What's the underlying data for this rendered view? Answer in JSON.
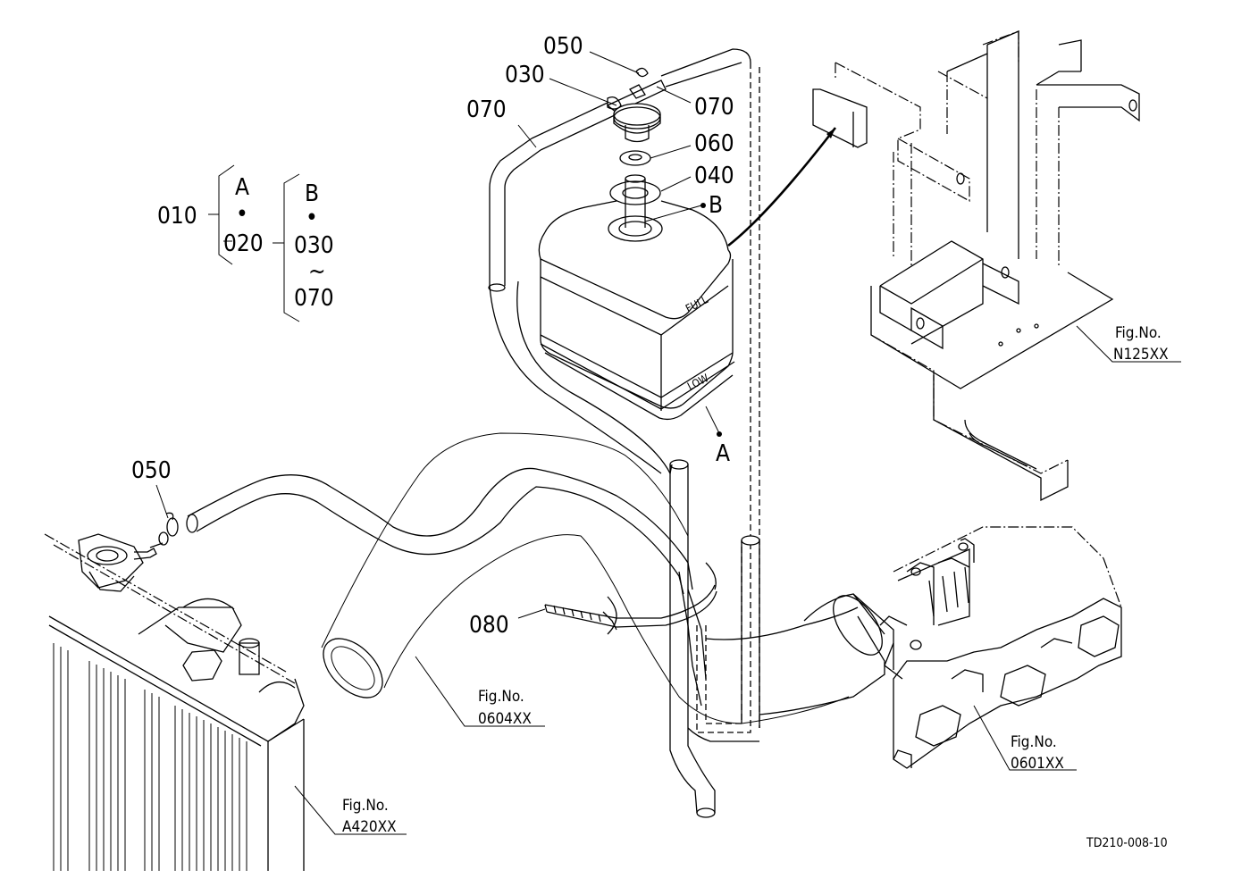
{
  "labels": {
    "p050_top": "050",
    "p030": "030",
    "p070_right": "070",
    "p070_left": "070",
    "p060": "060",
    "p040": "040",
    "p050_left": "050",
    "p080": "080"
  },
  "points": {
    "a": "A",
    "b": "B"
  },
  "bracket": {
    "p010": "010",
    "p020": "020",
    "p030": "030",
    "tilde": "~",
    "p070": "070",
    "a": "A",
    "b": "B",
    "dot": "•"
  },
  "tank": {
    "full": "FULL",
    "low": "LOW"
  },
  "fig_refs": {
    "n125": {
      "title": "Fig.No.",
      "code": "N125XX"
    },
    "f0604": {
      "title": "Fig.No.",
      "code": "0604XX"
    },
    "f0601": {
      "title": "Fig.No.",
      "code": "0601XX"
    },
    "a420": {
      "title": "Fig.No.",
      "code": "A420XX"
    }
  },
  "drawing_id": "TD210-008-10"
}
